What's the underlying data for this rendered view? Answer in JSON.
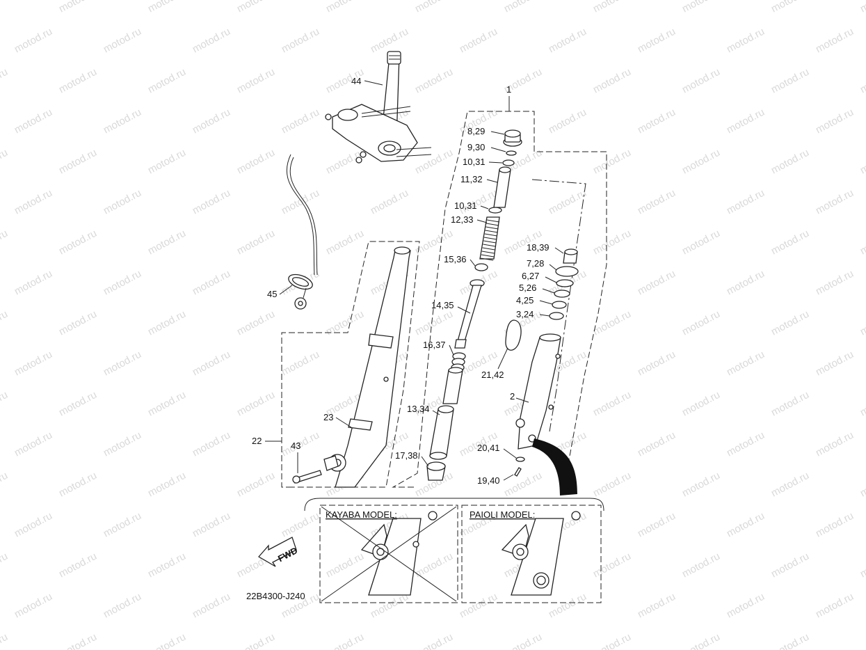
{
  "watermark": "motod.ru",
  "drawing_code": "22B4300-J240",
  "fwd_label": "FWD",
  "inset_labels": {
    "kayaba": "KAYABA MODEL:",
    "paioli": "PAIOLI MODEL:"
  },
  "callouts": [
    {
      "id": "c44",
      "text": "44"
    },
    {
      "id": "c1",
      "text": "1"
    },
    {
      "id": "c8",
      "text": "8,29"
    },
    {
      "id": "c9",
      "text": "9,30"
    },
    {
      "id": "c10a",
      "text": "10,31"
    },
    {
      "id": "c11",
      "text": "11,32"
    },
    {
      "id": "c10b",
      "text": "10,31"
    },
    {
      "id": "c12",
      "text": "12,33"
    },
    {
      "id": "c15",
      "text": "15,36"
    },
    {
      "id": "c14",
      "text": "14,35"
    },
    {
      "id": "c16",
      "text": "16,37"
    },
    {
      "id": "c13",
      "text": "13,34"
    },
    {
      "id": "c17",
      "text": "17,38"
    },
    {
      "id": "c18",
      "text": "18,39"
    },
    {
      "id": "c7",
      "text": "7,28"
    },
    {
      "id": "c6",
      "text": "6,27"
    },
    {
      "id": "c5",
      "text": "5,26"
    },
    {
      "id": "c4",
      "text": "4,25"
    },
    {
      "id": "c3",
      "text": "3,24"
    },
    {
      "id": "c21",
      "text": "21,42"
    },
    {
      "id": "c2",
      "text": "2"
    },
    {
      "id": "c20",
      "text": "20,41"
    },
    {
      "id": "c19",
      "text": "19,40"
    },
    {
      "id": "c45",
      "text": "45"
    },
    {
      "id": "c23",
      "text": "23"
    },
    {
      "id": "c22",
      "text": "22"
    },
    {
      "id": "c43",
      "text": "43"
    }
  ]
}
